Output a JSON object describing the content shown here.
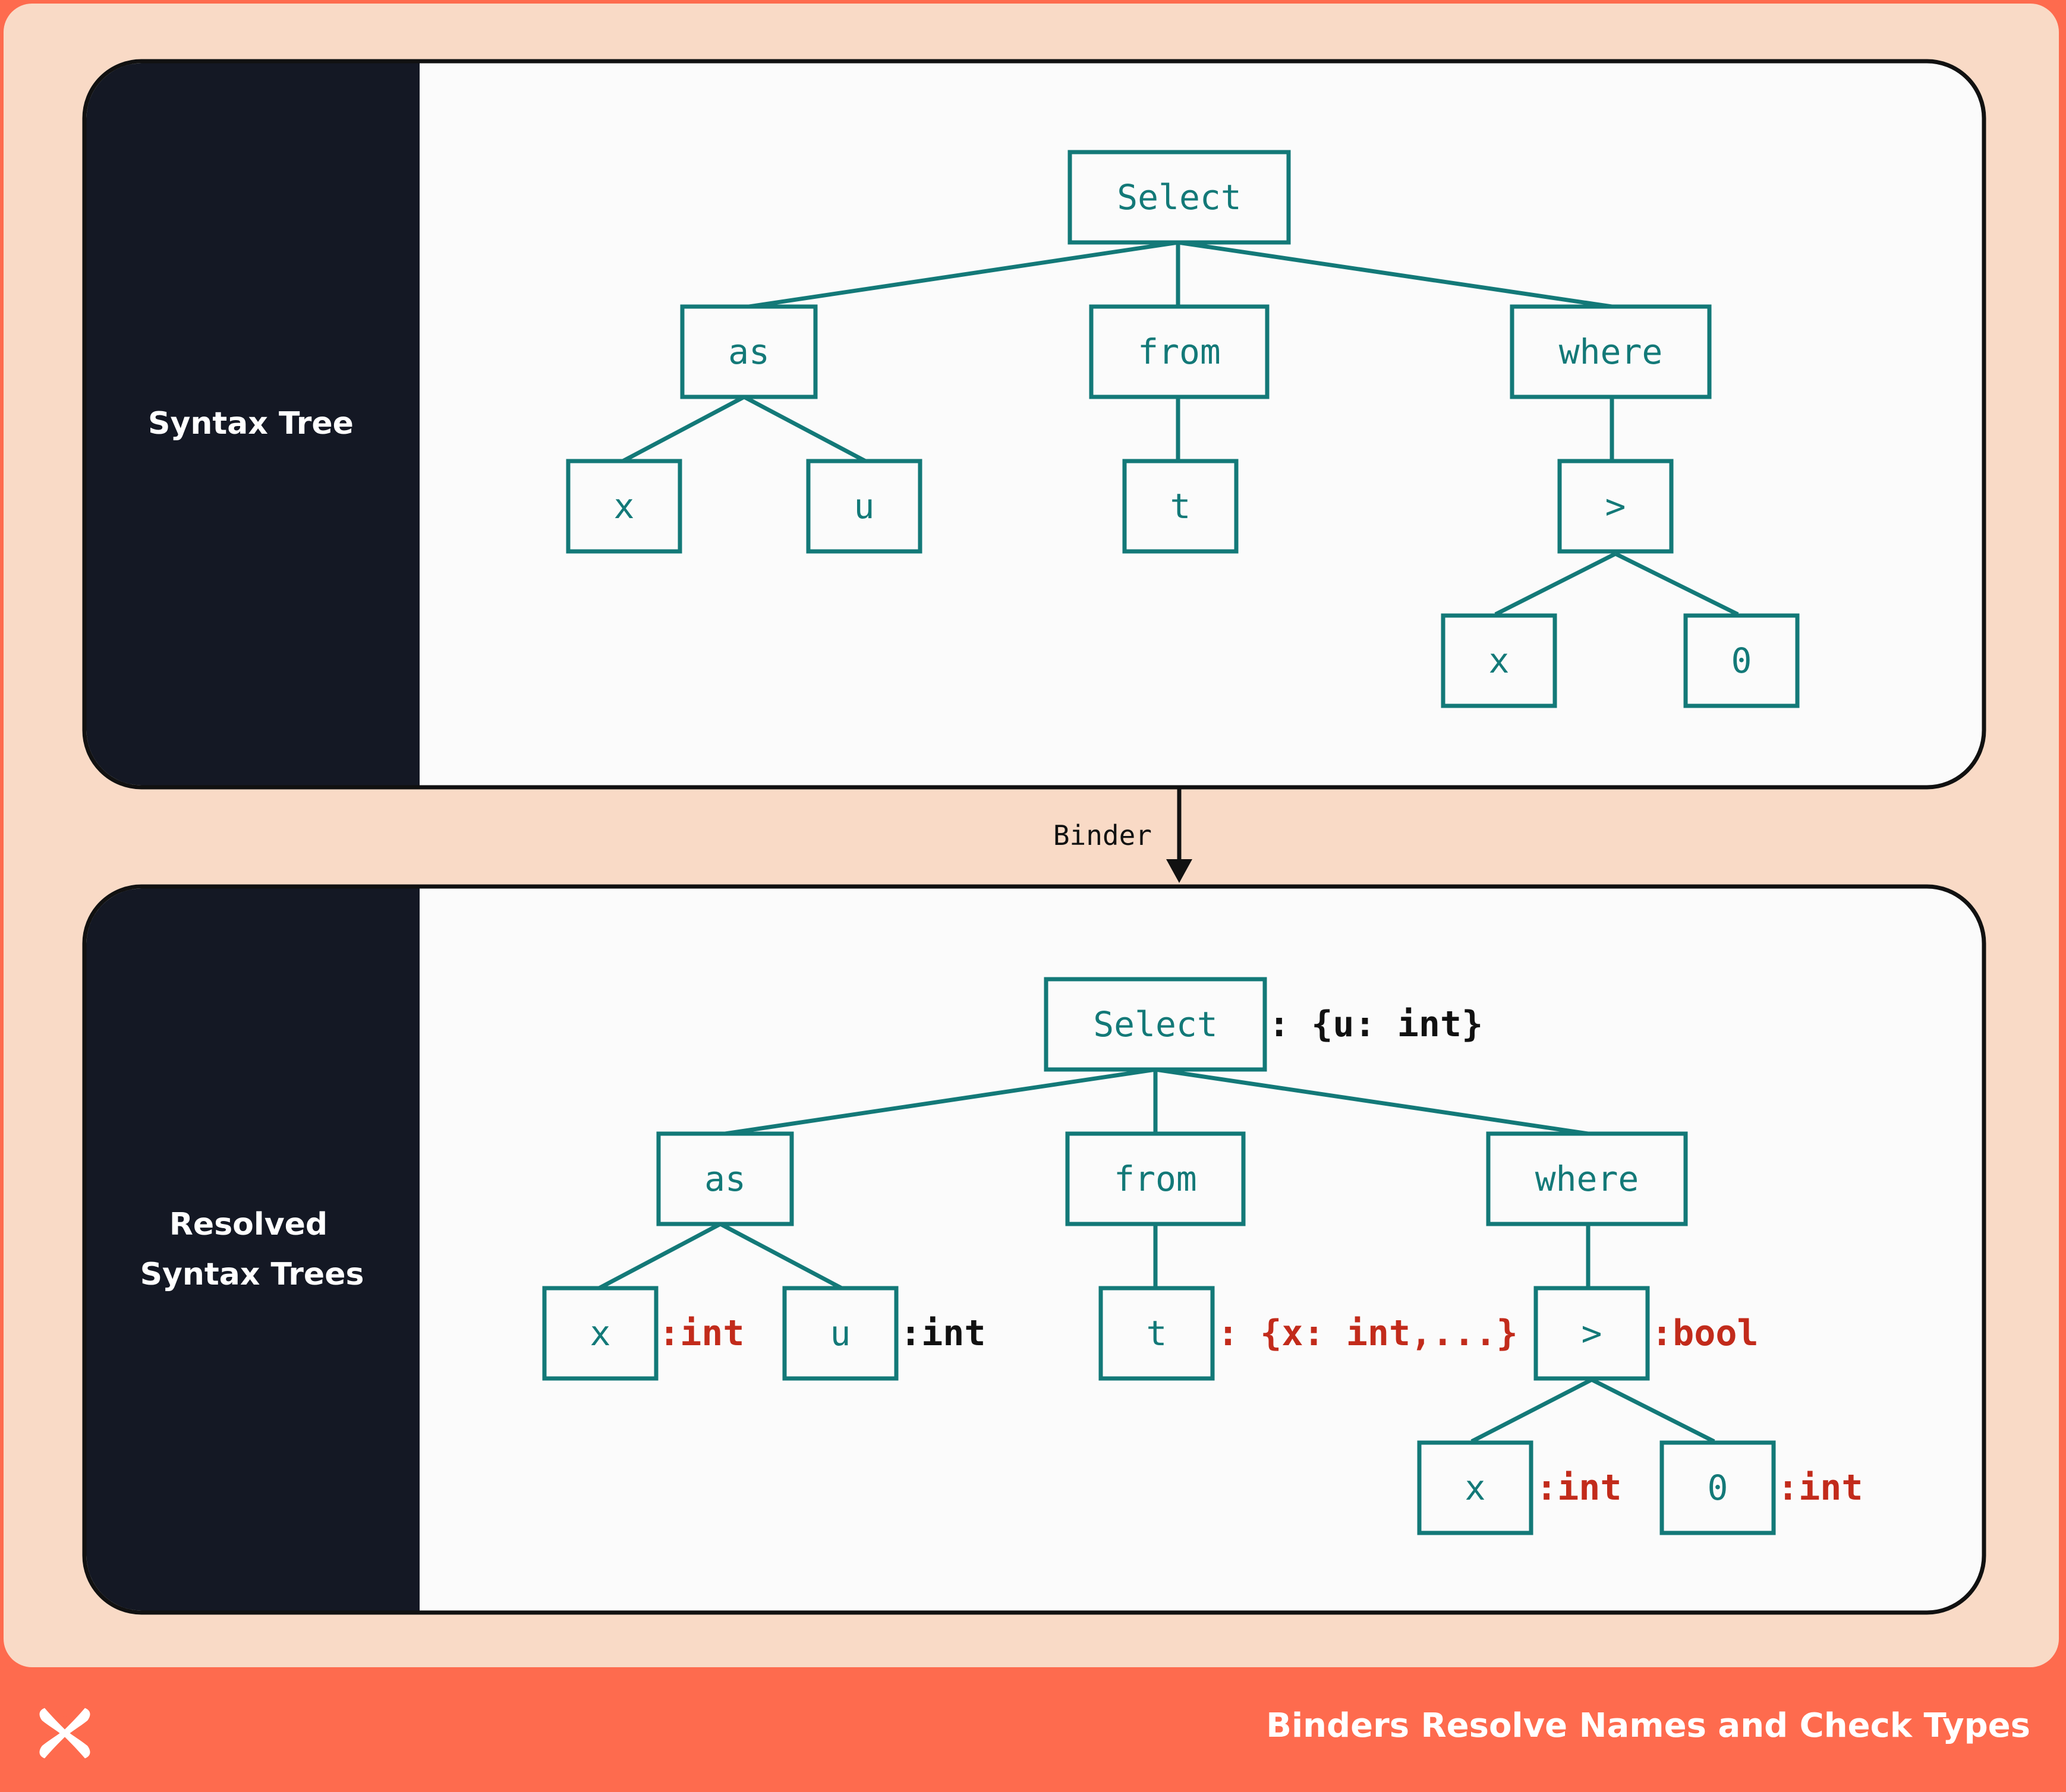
{
  "footer": {
    "title": "Binders Resolve Names and Check Types",
    "logo_icon": "x-logo-icon"
  },
  "colors": {
    "background": "#fe6b4e",
    "frame": "#f9dac6",
    "panel_side": "#141824",
    "node": "#137978",
    "type_error": "#c22b1b",
    "type_ok": "#111111"
  },
  "top_panel": {
    "label_lines": [
      "Syntax Tree"
    ],
    "nodes": [
      "Select",
      "as",
      "from",
      "where",
      "x",
      "u",
      "t",
      ">",
      "x",
      "0"
    ]
  },
  "edge_label": "Binder",
  "bottom_panel": {
    "label_lines": [
      "Resolved",
      "Syntax Trees"
    ],
    "nodes": [
      "Select",
      "as",
      "from",
      "where",
      "x",
      "u",
      "t",
      ">",
      "x",
      "0"
    ],
    "annotations": {
      "select": ": {u: int}",
      "x": ":int",
      "u": ":int",
      "t": ": {x: int,...}",
      "gt": ":bool",
      "x2": ":int",
      "zero": ":int"
    }
  }
}
